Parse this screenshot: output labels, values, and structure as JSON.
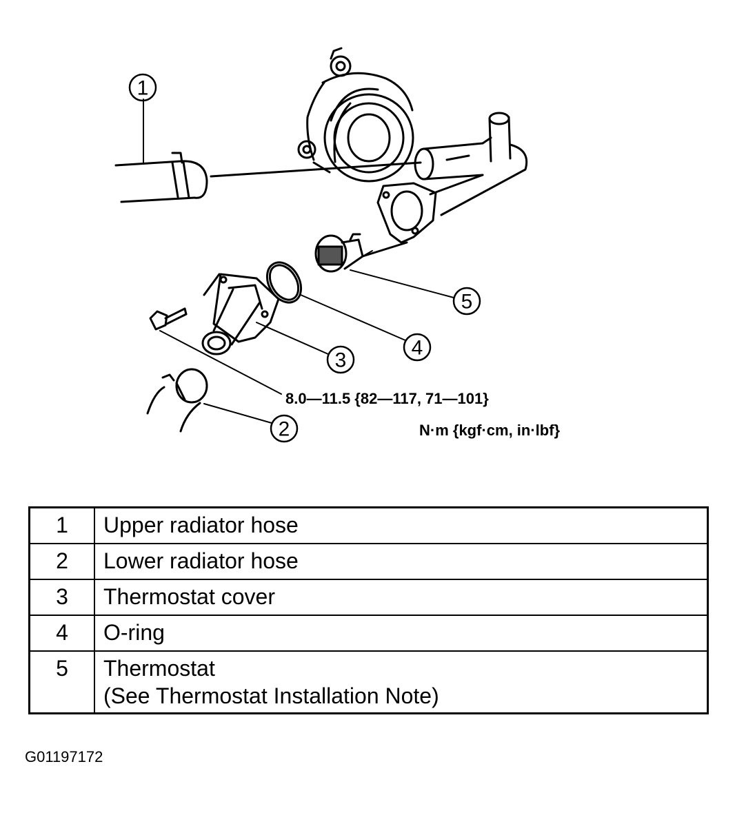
{
  "diagram": {
    "callouts": [
      "1",
      "2",
      "3",
      "4",
      "5"
    ],
    "torque_spec": "8.0—11.5 {82—117, 71—101}",
    "torque_units": "N·m {kgf·cm, in·lbf}"
  },
  "legend": {
    "rows": [
      {
        "num": "1",
        "text": "Upper radiator hose",
        "note": ""
      },
      {
        "num": "2",
        "text": "Lower radiator hose",
        "note": ""
      },
      {
        "num": "3",
        "text": "Thermostat cover",
        "note": ""
      },
      {
        "num": "4",
        "text": "O-ring",
        "note": ""
      },
      {
        "num": "5",
        "text": "Thermostat",
        "note": "(See  Thermostat Installation Note)"
      }
    ]
  },
  "figure_code": "G01197172"
}
